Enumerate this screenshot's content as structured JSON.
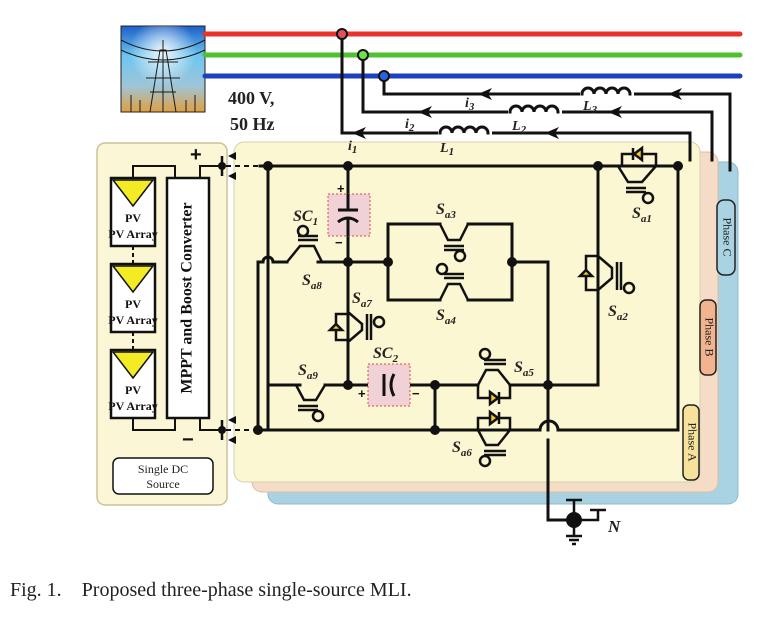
{
  "figure": {
    "caption_number": "Fig. 1.",
    "caption_text": "Proposed three-phase single-source MLI.",
    "grid_label_line1": "400 V,",
    "grid_label_line2": "50 Hz",
    "grid_image": "power-transmission-tower-icon",
    "grid_lines": [
      {
        "name": "phase-a-line",
        "color": "#e8322b"
      },
      {
        "name": "phase-b-line",
        "color": "#4dc22e"
      },
      {
        "name": "phase-c-line",
        "color": "#1c3fc4"
      }
    ],
    "source": {
      "pv_arrays": [
        "PV Array",
        "PV Array",
        "PV Array"
      ],
      "converter_label": "MPPT and Boost Converter",
      "box_label_line1": "Single DC",
      "box_label_line2": "Source",
      "plus": "+",
      "minus": "−"
    },
    "inductors": [
      {
        "label": "L",
        "sub": "1",
        "current": "i",
        "current_sub": "1"
      },
      {
        "label": "L",
        "sub": "2",
        "current": "i",
        "current_sub": "2"
      },
      {
        "label": "L",
        "sub": "3",
        "current": "i",
        "current_sub": "3"
      }
    ],
    "phases": [
      {
        "label": "Phase A",
        "color": "#fbf6cf",
        "tab": "#f6e29a"
      },
      {
        "label": "Phase B",
        "color": "#f5dcc6",
        "tab": "#f2b48f"
      },
      {
        "label": "Phase C",
        "color": "#a9d3e2",
        "tab": "#a9d3e2"
      }
    ],
    "capacitors": [
      {
        "label": "SC",
        "sub": "1",
        "plus": "+",
        "minus": "−"
      },
      {
        "label": "SC",
        "sub": "2",
        "plus": "+",
        "minus": "−"
      }
    ],
    "switches": [
      {
        "label": "S",
        "sub": "a1"
      },
      {
        "label": "S",
        "sub": "a2"
      },
      {
        "label": "S",
        "sub": "a3"
      },
      {
        "label": "S",
        "sub": "a4"
      },
      {
        "label": "S",
        "sub": "a5"
      },
      {
        "label": "S",
        "sub": "a6"
      },
      {
        "label": "S",
        "sub": "a7"
      },
      {
        "label": "S",
        "sub": "a8"
      },
      {
        "label": "S",
        "sub": "a9"
      }
    ],
    "neutral_label": "N",
    "colors": {
      "capacitor_box": "#f0d2d6",
      "capacitor_border": "#e04848",
      "pv_triangle": "#f3ec24",
      "source_box": "#fbf6d5"
    }
  }
}
